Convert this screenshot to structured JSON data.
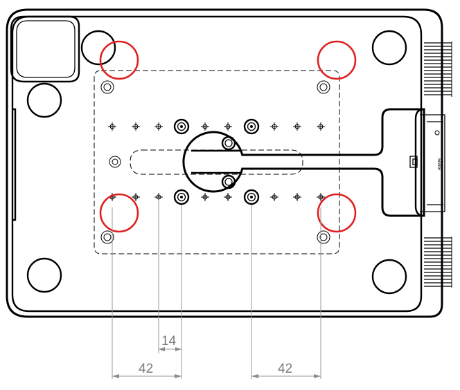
{
  "dimensions": {
    "small_spacing": "14",
    "left_spacing": "42",
    "right_spacing": "42"
  },
  "connector": {
    "label": "ANWAV"
  },
  "colors": {
    "outline": "#000000",
    "highlight": "#e02020",
    "dimension": "#9a9a9a"
  }
}
